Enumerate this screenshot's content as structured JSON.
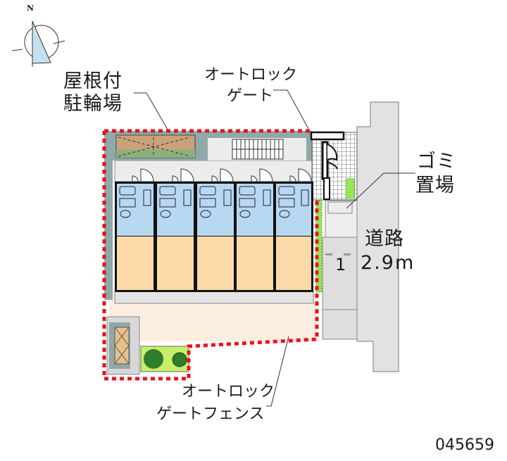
{
  "compass": {
    "north_label": "N"
  },
  "labels": {
    "bike_parking": {
      "line1": "屋根付",
      "line2": "駐輪場"
    },
    "autolock_gate": {
      "line1": "オートロック",
      "line2": "ゲート"
    },
    "garbage": {
      "line1": "ゴミ",
      "line2": "置場"
    },
    "road": {
      "name": "道路",
      "width": "2.9m"
    },
    "parking_number": "1",
    "autolock_fence": {
      "line1": "オートロック",
      "line2": "ゲートフェンス"
    }
  },
  "property_id": "045659",
  "units": {
    "count": 5
  },
  "colors": {
    "fence_red": "#e8141b",
    "room_orange": "#fcd9a8",
    "wet_area_blue": "#b8d8f2",
    "planting_green": "#9be35a",
    "tree_green": "#2f7d2a",
    "road_gray": "#e2e2e2",
    "courtyard_beige": "#fbeee0",
    "bike_roof_tan": "#c9a27a",
    "wall_teal": "#8fa9a8"
  }
}
